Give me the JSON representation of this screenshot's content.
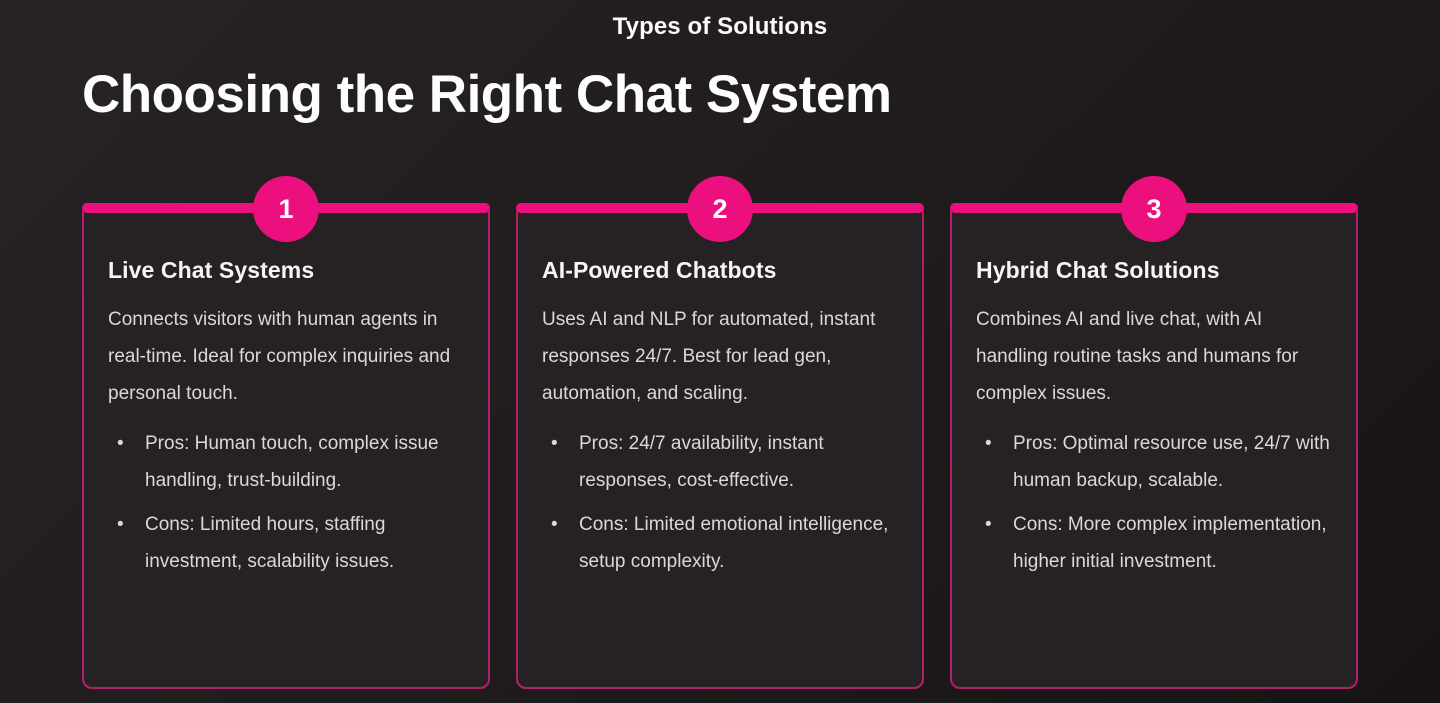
{
  "theme": {
    "accent_pink": "#ec107f",
    "card_border_pink": "#b32069",
    "bg_top": "#272324",
    "bg_bottom": "#181415",
    "card_bg": "#262223",
    "title_color": "#f7f5f4",
    "body_color": "#dcd8d7"
  },
  "header": {
    "eyebrow": "Types of Solutions",
    "title": "Choosing the Right Chat System"
  },
  "cards": [
    {
      "number": "1",
      "title": "Live Chat Systems",
      "description": "Connects visitors with human agents in real-time. Ideal for complex inquiries and personal touch.",
      "bullets": [
        "Pros: Human touch, complex issue handling, trust-building.",
        "Cons: Limited hours, staffing investment, scalability issues."
      ]
    },
    {
      "number": "2",
      "title": "AI-Powered Chatbots",
      "description": "Uses AI and NLP for automated, instant responses 24/7. Best for lead gen, automation, and scaling.",
      "bullets": [
        "Pros: 24/7 availability, instant responses, cost-effective.",
        "Cons: Limited emotional intelligence, setup complexity."
      ]
    },
    {
      "number": "3",
      "title": "Hybrid Chat Solutions",
      "description": "Combines AI and live chat, with AI handling routine tasks and humans for complex issues.",
      "bullets": [
        "Pros: Optimal resource use, 24/7 with human backup, scalable.",
        "Cons: More complex implementation, higher initial investment."
      ]
    }
  ]
}
